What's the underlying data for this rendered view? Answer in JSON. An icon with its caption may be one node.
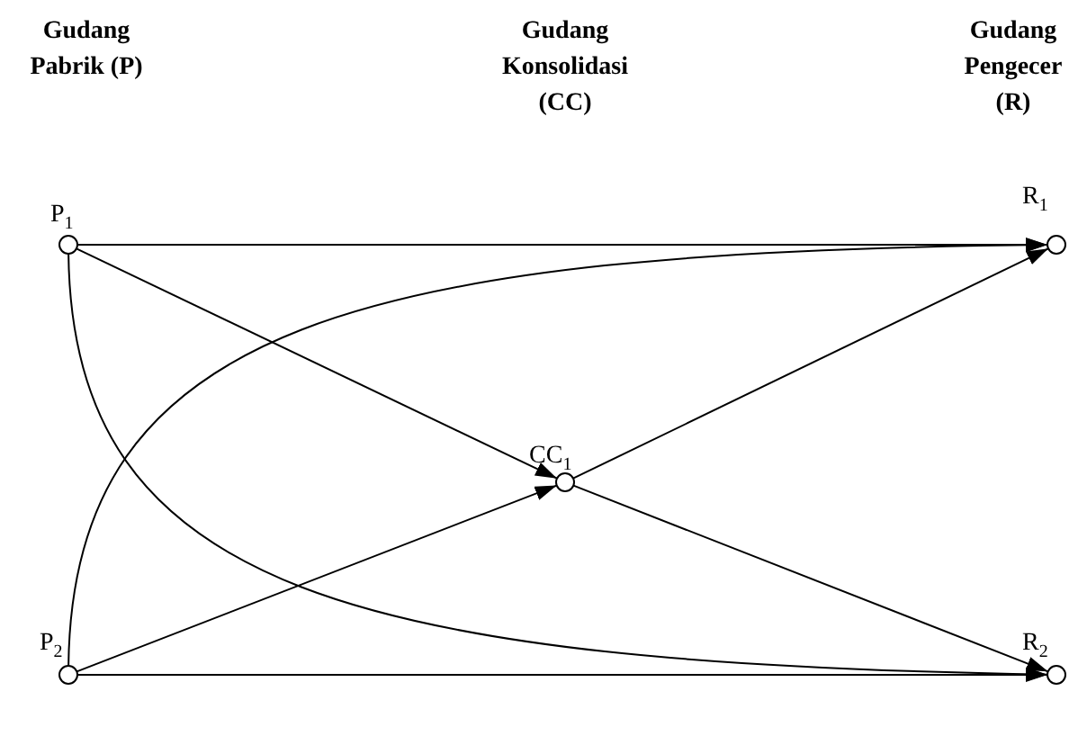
{
  "diagram": {
    "nodes": [
      {
        "text": [
          "P$_{1}$"
        ]
      },
      {
        "text": [
          "P$_{2}$"
        ]
      },
      {
        "text": [
          "CC$_{1}$"
        ]
      },
      {
        "text": [
          "R$_{1}$"
        ]
      },
      {
        "text": [
          "R$_{2}$"
        ]
      }
    ],
    "edges": [
      {
        "from": 0,
        "to": 3,
        "arrow": "to"
      },
      {
        "from": 0,
        "to": 2,
        "arrow": "to"
      },
      {
        "from": 0,
        "to": 4,
        "arrow": "to"
      },
      {
        "from": 1,
        "to": 3,
        "arrow": "to"
      },
      {
        "from": 1,
        "to": 2,
        "arrow": "to"
      },
      {
        "from": 1,
        "to": 4,
        "arrow": "to"
      },
      {
        "from": 2,
        "to": 3,
        "arrow": "to"
      },
      {
        "from": 2,
        "to": 4,
        "arrow": "to"
      }
    ],
    "labels": [
      "Gudang Pabrik (P)",
      "Gudang Konsolidasi (CC)",
      "Gudang Pengecer (R)"
    ]
  }
}
